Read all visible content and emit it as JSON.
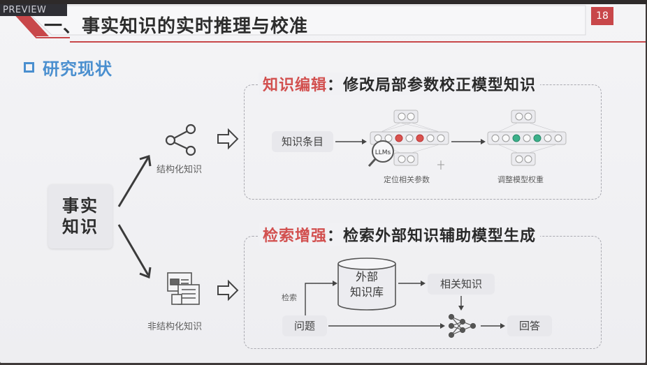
{
  "overlay": {
    "preview_label": "PREVIEW"
  },
  "header": {
    "title": "一、事实知识的实时推理与校准",
    "page_number": "18",
    "accent_color": "#c8474a"
  },
  "section": {
    "heading": "研究现状",
    "heading_color": "#4a8fcf"
  },
  "center": {
    "fact_line1": "事实",
    "fact_line2": "知识"
  },
  "branches": {
    "structured_label": "结构化知识",
    "unstructured_label": "非结构化知识"
  },
  "knowledge_editing": {
    "title_accent": "知识编辑",
    "title_rest": "：修改局部参数校正模型知识",
    "input_label": "知识条目",
    "llm_badge": "LLMs",
    "locate_label": "定位相关参数",
    "adjust_label": "调整模型权重"
  },
  "retrieval_augmentation": {
    "title_accent": "检索增强",
    "title_rest": "：检索外部知识辅助模型生成",
    "database_line1": "外部",
    "database_line2": "知识库",
    "retrieve_label": "检索",
    "related_label": "相关知识",
    "question_label": "问题",
    "answer_label": "回答"
  },
  "icons": {
    "share": "share-nodes-icon",
    "documents": "documents-icon",
    "magnifier": "magnifier-icon",
    "database": "database-cylinder-icon",
    "network": "neural-network-icon"
  }
}
